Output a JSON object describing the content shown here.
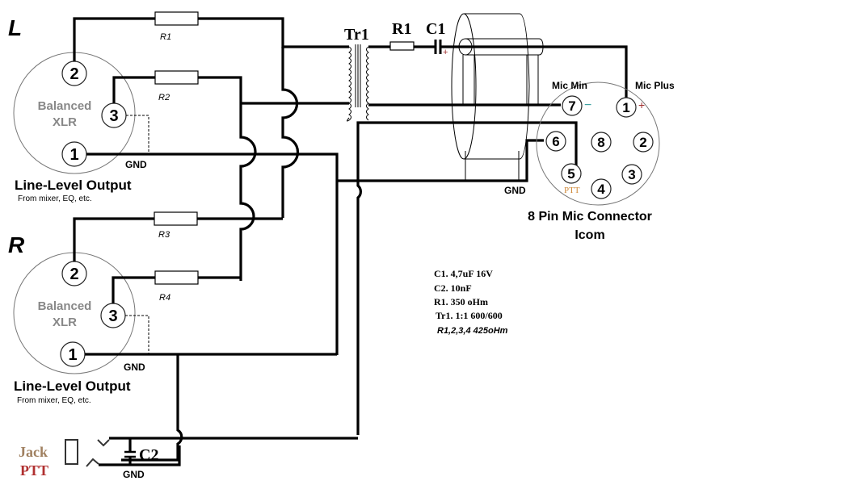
{
  "channels": [
    {
      "id": "L",
      "label": "L",
      "connector": {
        "title_line1": "Balanced",
        "title_line2": "XLR",
        "pins": [
          "2",
          "3",
          "1"
        ],
        "gnd_label": "GND"
      },
      "caption": "Line-Level Output",
      "subcaption": "From mixer, EQ, etc.",
      "resistors": [
        "R1",
        "R2"
      ]
    },
    {
      "id": "R",
      "label": "R",
      "connector": {
        "title_line1": "Balanced",
        "title_line2": "XLR",
        "pins": [
          "2",
          "3",
          "1"
        ],
        "gnd_label": "GND"
      },
      "caption": "Line-Level Output",
      "subcaption": "From mixer, EQ, etc.",
      "resistors": [
        "R3",
        "R4"
      ]
    }
  ],
  "components": {
    "transformer": "Tr1",
    "resistor": "R1",
    "capacitor": "C1",
    "capacitor_polarity": "+",
    "ptt_capacitor": "C2"
  },
  "mic_connector": {
    "title_line1": "8 Pin Mic Connector",
    "title_line2": "Icom",
    "mic_min_label": "Mic Min",
    "mic_plus_label": "Mic Plus",
    "minus_sign": "−",
    "plus_sign": "+",
    "ptt_label": "PTT",
    "pins": [
      "7",
      "1",
      "6",
      "8",
      "2",
      "5",
      "3",
      "4"
    ],
    "gnd_label": "GND"
  },
  "jack": {
    "line1": "Jack",
    "line2": "PTT",
    "gnd_label": "GND"
  },
  "specs": [
    "C1. 4,7uF  16V",
    "C2. 10nF",
    "R1. 350 oHm",
    "Tr1. 1:1  600/600",
    "R1,2,3,4   425oHm"
  ],
  "colors": {
    "wire": "#000000",
    "xlr_text": "#888888",
    "ptt_orange": "#d08a3a",
    "minus_teal": "#3aa0a0",
    "plus_red": "#a03030",
    "jack_brown": "#a08060",
    "ptt_red": "#b03030"
  }
}
